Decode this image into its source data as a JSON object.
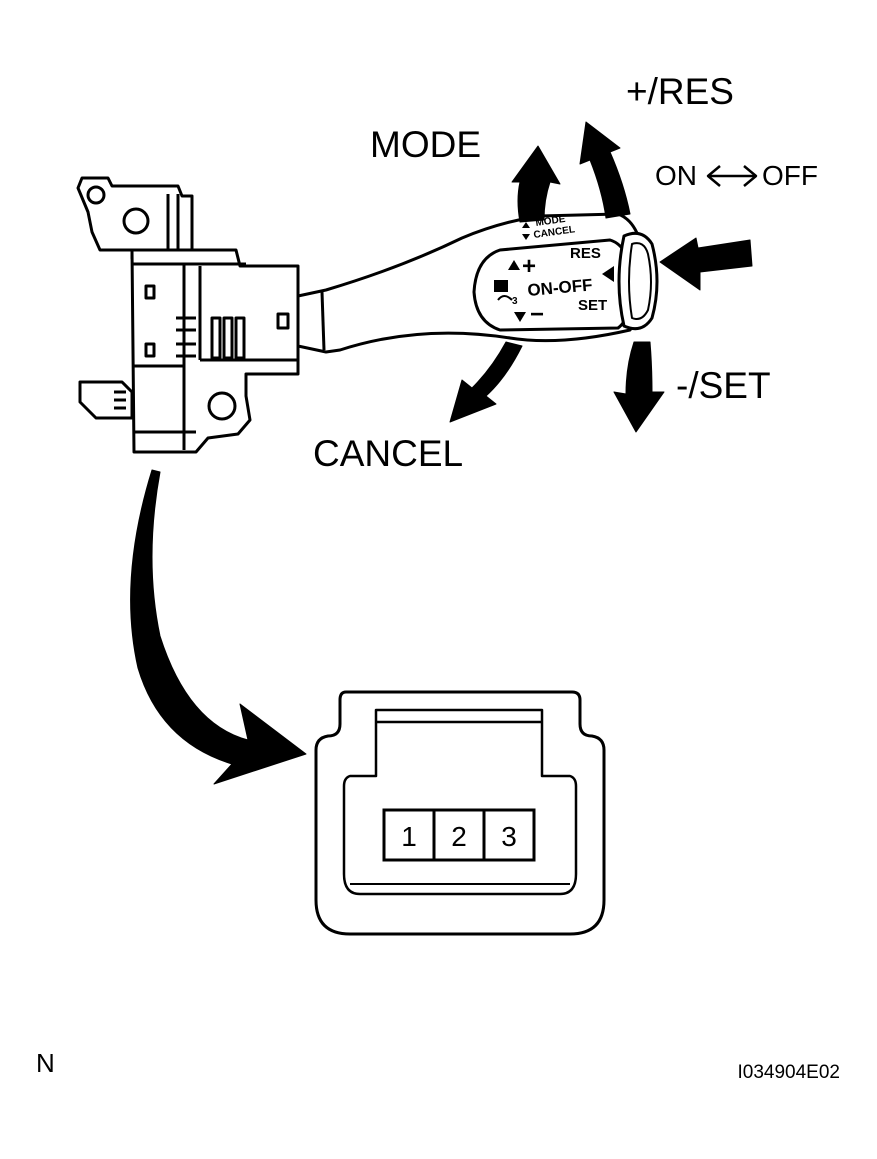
{
  "labels": {
    "mode": "MODE",
    "res": "+/RES",
    "on_off": "ON ↔ OFF",
    "on": "ON",
    "off": "OFF",
    "set": "-/SET",
    "cancel": "CANCEL"
  },
  "lever_markings": {
    "mode_cancel_top": "MODE",
    "mode_cancel_bottom": "CANCEL",
    "res": "RES",
    "on_off": "ON-OFF",
    "set": "SET",
    "plus": "+",
    "minus": "−"
  },
  "connector": {
    "pins": [
      "1",
      "2",
      "3"
    ]
  },
  "footer": {
    "left": "N",
    "right": "I034904E02"
  }
}
